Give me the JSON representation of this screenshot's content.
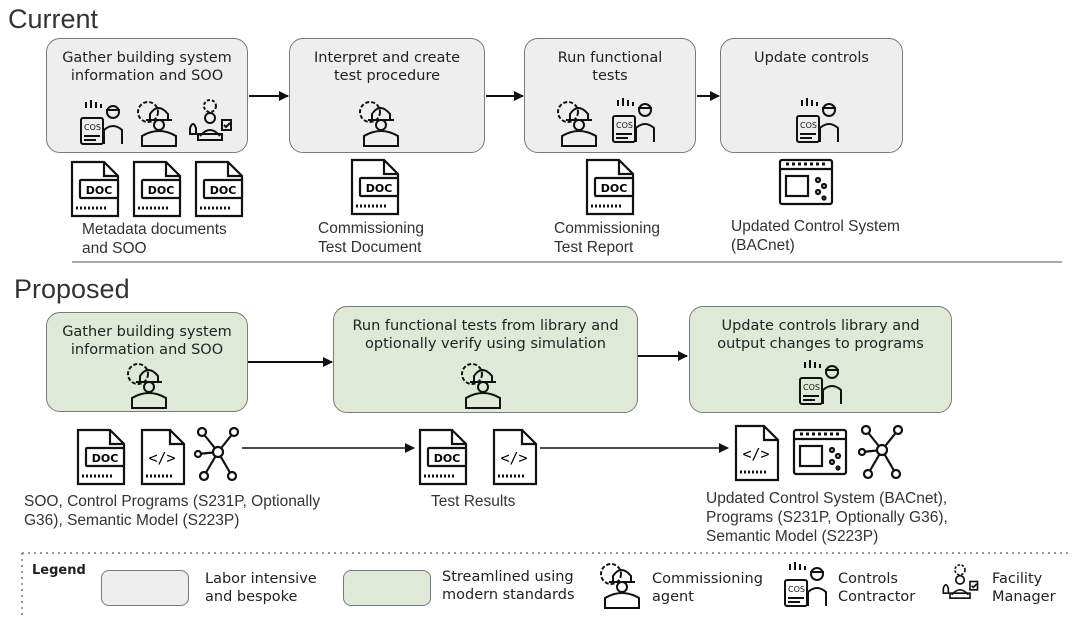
{
  "current": {
    "title": "Current",
    "boxes": [
      "Gather building system information and SOO",
      "Interpret and create test procedure",
      "Run functional tests",
      "Update controls"
    ],
    "captions": [
      "Metadata documents and SOO",
      "Commissioning Test Document",
      "Commissioning Test Report",
      "Updated Control System (BACnet)"
    ]
  },
  "proposed": {
    "title": "Proposed",
    "boxes": [
      "Gather building system information and SOO",
      "Run functional tests from library and optionally verify using simulation",
      "Update controls library and output changes to programs"
    ],
    "captions": [
      "SOO, Control Programs (S231P, Optionally G36), Semantic Model (S223P)",
      "Test Results",
      "Updated Control System (BACnet), Programs (S231P, Optionally G36), Semantic Model (S223P)"
    ]
  },
  "doc_label": "DOC",
  "code_label": "</>",
  "legend": {
    "title": "Legend",
    "labor": "Labor intensive and bespoke",
    "streamlined": "Streamlined using modern standards",
    "agent": "Commissioning agent",
    "contractor": "Controls Contractor",
    "manager": "Facility Manager"
  },
  "colors": {
    "gray_box": "#eeeeee",
    "green_box": "#dfe9d7",
    "border": "#7a7a7a"
  },
  "icons": [
    "doc-file-icon",
    "code-file-icon",
    "network-graph-icon",
    "control-panel-icon",
    "commissioning-agent-icon",
    "controls-contractor-icon",
    "facility-manager-icon"
  ]
}
